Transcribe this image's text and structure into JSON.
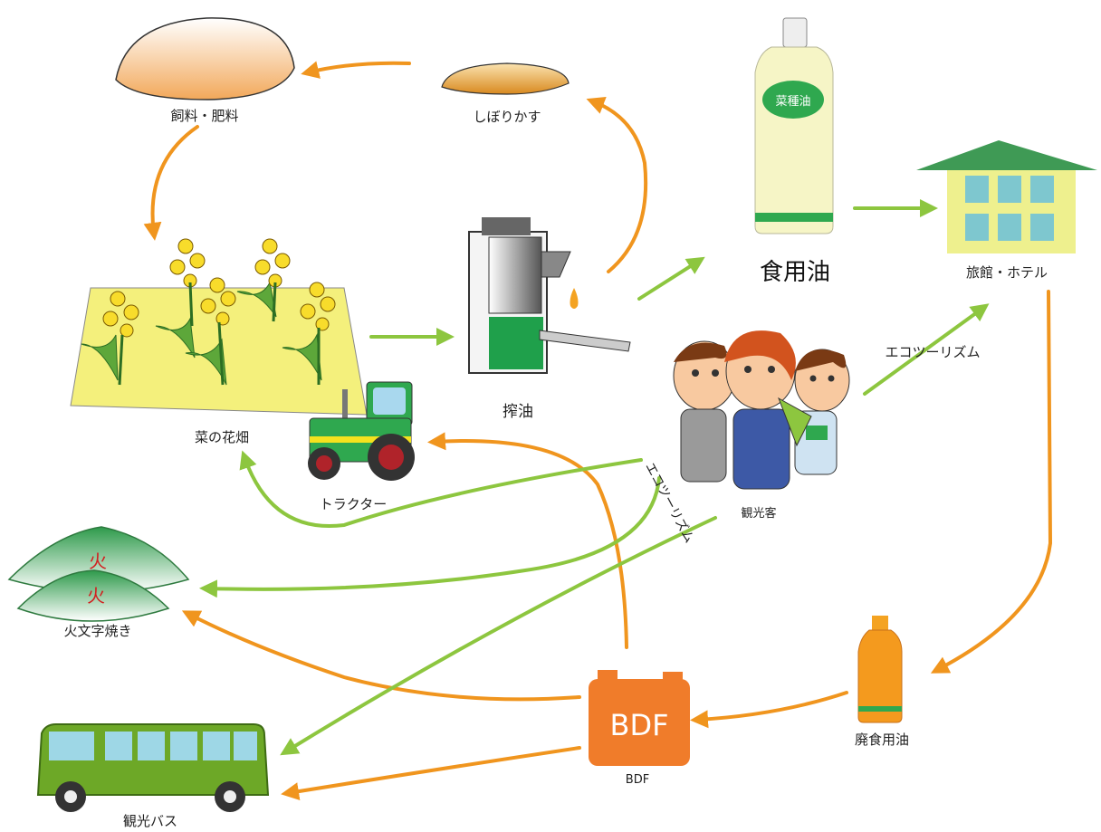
{
  "nodes": {
    "feed_fertilizer": "飼料・肥料",
    "press_cake": "しぼりかす",
    "cooking_oil": "食用油",
    "hotel": "旅館・ホテル",
    "rapeseed_field": "菜の花畑",
    "oil_press": "搾油",
    "tractor": "トラクター",
    "tourists": "観光客",
    "bonfire": "火文字焼き",
    "waste_oil": "廃食用油",
    "bdf": "BDF",
    "tour_bus": "観光バス"
  },
  "bottle_label": "菜種油",
  "can_label": "BDF",
  "fire_chars": [
    "火",
    "火"
  ],
  "ecotourism": [
    "エコツーリズム",
    "エコツーリズム"
  ],
  "colors": {
    "orange_arrow": "#F0951E",
    "green_arrow": "#8DC63F",
    "bdf_can": "#F07C2A",
    "bus": "#6DA827"
  }
}
